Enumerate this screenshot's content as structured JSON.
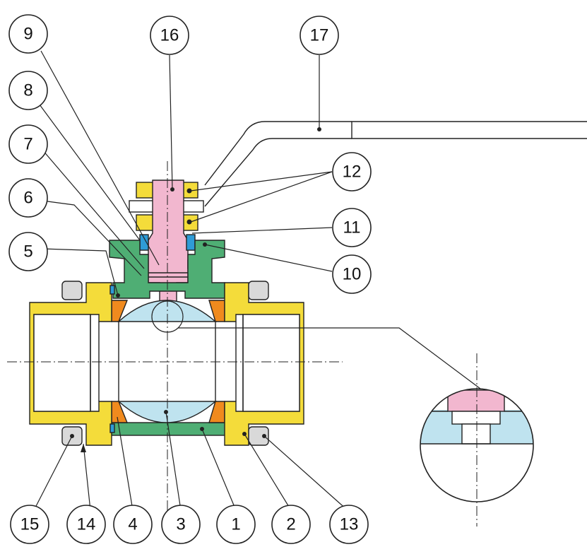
{
  "colors": {
    "end_connector": "#f4dc3a",
    "body": "#4fae74",
    "ball": "#bfe3ef",
    "stem": "#f2b7cf",
    "seat": "#f08a1e",
    "gland_ring": "#2f9bd6",
    "bolt": "#d9d9d9",
    "nut": "#f4dc3a",
    "line": "#222222"
  },
  "callouts": [
    {
      "id": "9",
      "label": "9"
    },
    {
      "id": "16",
      "label": "16"
    },
    {
      "id": "17",
      "label": "17"
    },
    {
      "id": "8",
      "label": "8"
    },
    {
      "id": "7",
      "label": "7"
    },
    {
      "id": "12",
      "label": "12"
    },
    {
      "id": "6",
      "label": "6"
    },
    {
      "id": "11",
      "label": "11"
    },
    {
      "id": "5",
      "label": "5"
    },
    {
      "id": "10",
      "label": "10"
    },
    {
      "id": "15",
      "label": "15"
    },
    {
      "id": "14",
      "label": "14"
    },
    {
      "id": "4",
      "label": "4"
    },
    {
      "id": "3",
      "label": "3"
    },
    {
      "id": "1",
      "label": "1"
    },
    {
      "id": "2",
      "label": "2"
    },
    {
      "id": "13",
      "label": "13"
    }
  ]
}
